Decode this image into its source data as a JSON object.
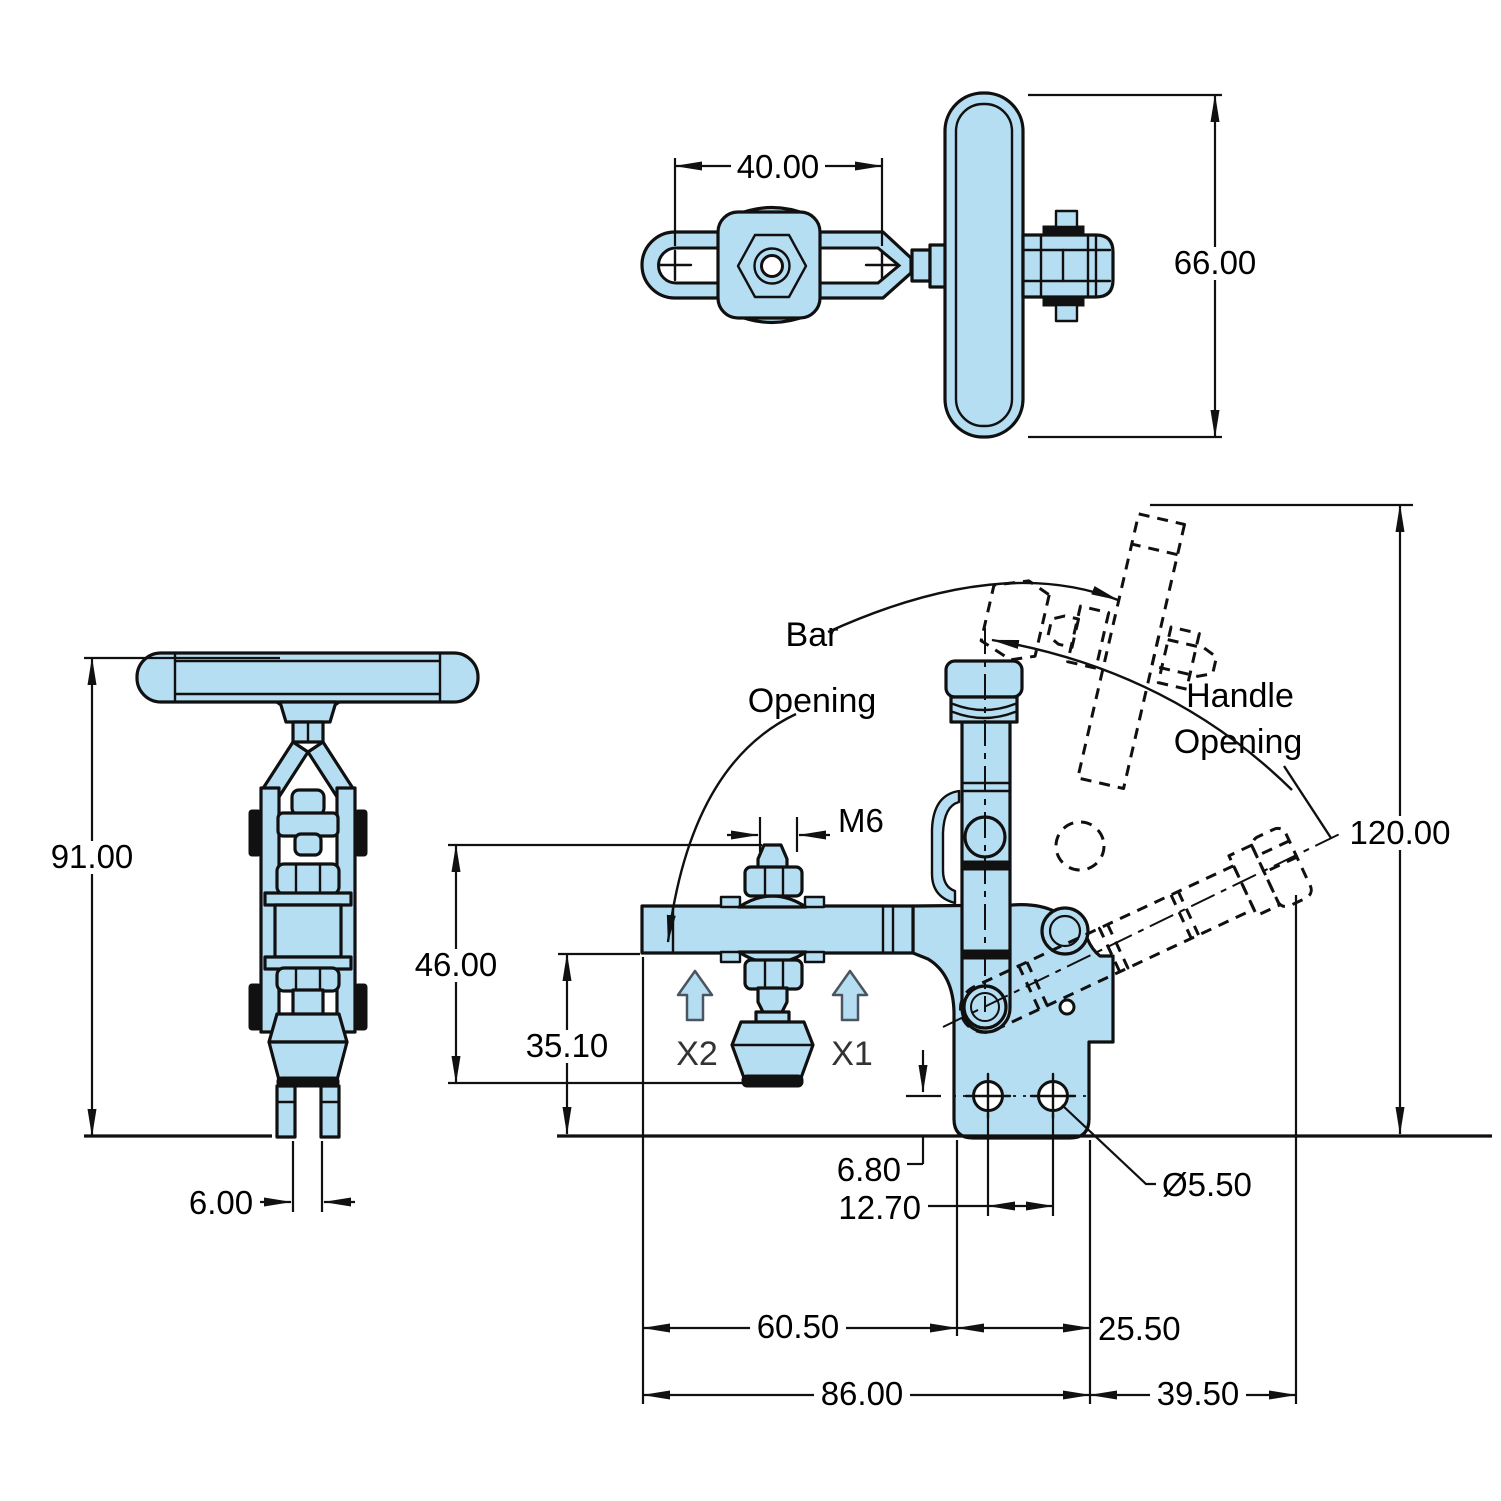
{
  "meta": {
    "type": "engineering-dimension-drawing",
    "subject": "vertical-handle toggle clamp with T-handle and slotted bar",
    "views": [
      "top-view",
      "front-view",
      "side-view-open-closed"
    ]
  },
  "colors": {
    "part_fill": "#b6def2",
    "outline": "#101010",
    "force_arrow_fill": "#b6def2",
    "background": "#ffffff"
  },
  "top_view": {
    "bar_slot_length": "40.00",
    "handle_width": "66.00"
  },
  "side_view": {
    "overall_height": "91.00",
    "fork_slot_width": "6.00"
  },
  "front_view": {
    "spindle_thread": "M6",
    "spindle_height": "46.00",
    "bar_underside_height": "35.10",
    "open_overall_height": "120.00",
    "hole_center_offset": "6.80",
    "hole_spacing": "12.70",
    "hole_diameter": "Ø5.50",
    "bar_reach": "60.50",
    "base_width": "25.50",
    "overall_reach": "86.00",
    "handle_overhang": "39.50",
    "bar_opening_label_1": "Bar",
    "bar_opening_label_2": "Opening",
    "handle_opening_label_1": "Handle",
    "handle_opening_label_2": "Opening",
    "force_point_1": "X1",
    "force_point_2": "X2"
  }
}
